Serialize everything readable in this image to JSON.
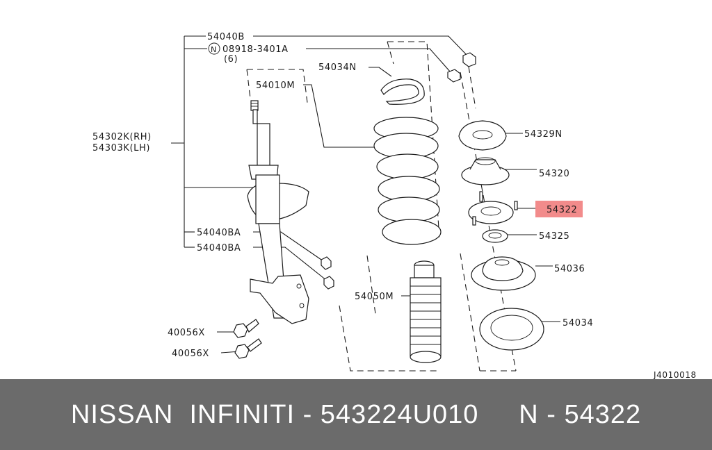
{
  "diagram": {
    "labels": {
      "bolt_top": "54040B",
      "nut_code": "08918-3401A",
      "nut_qty": "(6)",
      "nut_prefix": "N",
      "ring": "54034N",
      "spring": "54010M",
      "strut_rh": "54302K(RH)",
      "strut_lh": "54303K(LH)",
      "upper_plate": "54329N",
      "bearing": "54320",
      "mount": "54322",
      "spacer": "54325",
      "seat": "54036",
      "insulator": "54034",
      "boot": "54050M",
      "bolt_ba1": "54040BA",
      "bolt_ba2": "54040BA",
      "bolt_x1": "40056X",
      "bolt_x2": "40056X",
      "drawing_id": "J4010018"
    },
    "highlight_color": "#f28b8b"
  },
  "banner": {
    "text": "NISSAN  INFINITI - 543224U010     N - 54322"
  }
}
